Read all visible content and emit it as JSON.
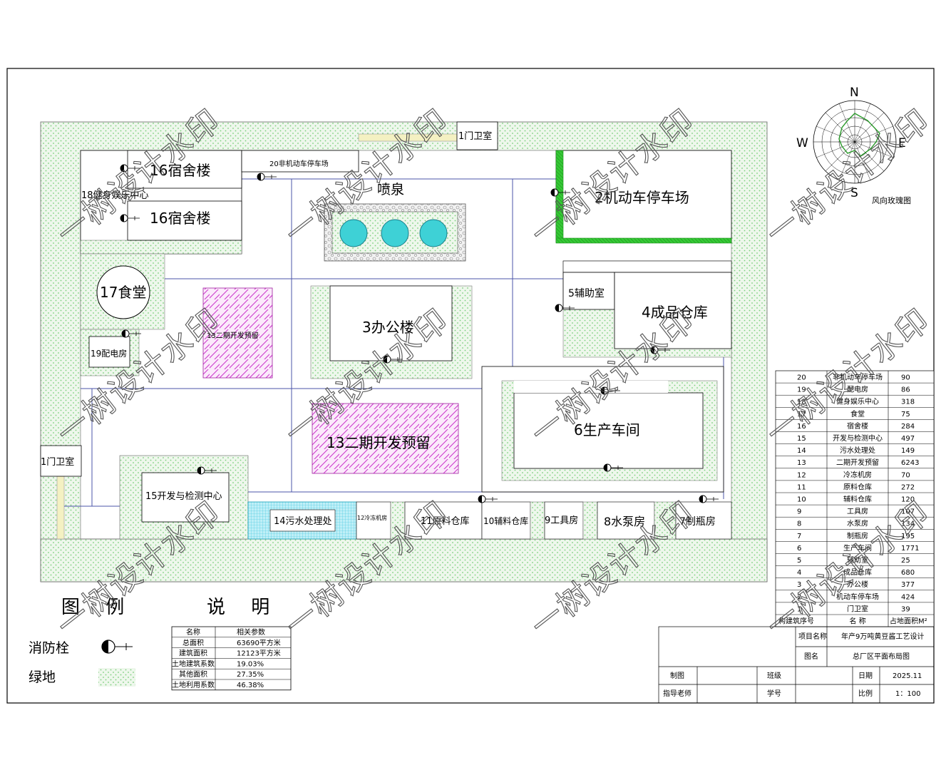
{
  "buildings": {
    "b1a": "1门卫室",
    "b1b": "1门卫室",
    "b2": "2机动车停车场",
    "b3": "3办公楼",
    "b4": "4成品仓库",
    "b5": "5辅助室",
    "b6": "6生产车间",
    "b7": "7制瓶房",
    "b8": "8水泵房",
    "b9": "9工具房",
    "b10": "10辅料仓库",
    "b11": "11原料仓库",
    "b12": "12冷冻机房",
    "b13": "13二期开发预留",
    "b13b": "13二期开发预留",
    "b14": "14污水处理处",
    "b15": "15开发与检测中心",
    "b16a": "16宿舍楼",
    "b16b": "16宿舍楼",
    "b17": "17食堂",
    "b18": "18健身娱乐中心",
    "b19": "19配电房",
    "b20": "20非机动车停车场",
    "fountain": "喷泉"
  },
  "compass": {
    "n": "N",
    "s": "S",
    "e": "E",
    "w": "W",
    "caption": "风向玫瑰图"
  },
  "legend": {
    "title": "图  例",
    "hydrant": "消防栓",
    "green": "绿地"
  },
  "notes": {
    "title": "说  明",
    "headers": [
      "名称",
      "相关参数"
    ],
    "rows": [
      [
        "总面积",
        "63690平方米"
      ],
      [
        "建筑面积",
        "12123平方米"
      ],
      [
        "土地建筑系数",
        "19.03%"
      ],
      [
        "其他面积",
        "27.35%"
      ],
      [
        "土地利用系数",
        "46.38%"
      ]
    ]
  },
  "building_table": {
    "rows": [
      [
        "20",
        "非机动车停车场",
        "90"
      ],
      [
        "19",
        "配电房",
        "86"
      ],
      [
        "18",
        "健身娱乐中心",
        "318"
      ],
      [
        "17",
        "食堂",
        "75"
      ],
      [
        "16",
        "宿舍楼",
        "284"
      ],
      [
        "15",
        "开发与检测中心",
        "497"
      ],
      [
        "14",
        "污水处理处",
        "149"
      ],
      [
        "13",
        "二期开发预留",
        "6243"
      ],
      [
        "12",
        "冷冻机房",
        "70"
      ],
      [
        "11",
        "原料仓库",
        "272"
      ],
      [
        "10",
        "辅料仓库",
        "120"
      ],
      [
        "9",
        "工具房",
        "107"
      ],
      [
        "8",
        "水泵房",
        "134"
      ],
      [
        "7",
        "制瓶房",
        "195"
      ],
      [
        "6",
        "生产车间",
        "1771"
      ],
      [
        "5",
        "辅助室",
        "25"
      ],
      [
        "4",
        "成品仓库",
        "680"
      ],
      [
        "3",
        "办公楼",
        "377"
      ],
      [
        "2",
        "机动车停车场",
        "424"
      ],
      [
        "1",
        "门卫室",
        "39"
      ]
    ],
    "header": [
      "构建筑序号",
      "名  称",
      "占地面积M²"
    ]
  },
  "title_block": {
    "project_label": "项目名称",
    "project_value": "年产9万吨黄豆酱工艺设计",
    "drawing_label": "图名",
    "drawing_value": "总厂区平面布局图",
    "draw_label": "制图",
    "class_label": "班级",
    "date_label": "日期",
    "date_value": "2025.11",
    "teacher_label": "指导老师",
    "id_label": "学号",
    "scale_label": "比例",
    "scale_value": "1：100"
  },
  "watermark": "一树设计水印"
}
